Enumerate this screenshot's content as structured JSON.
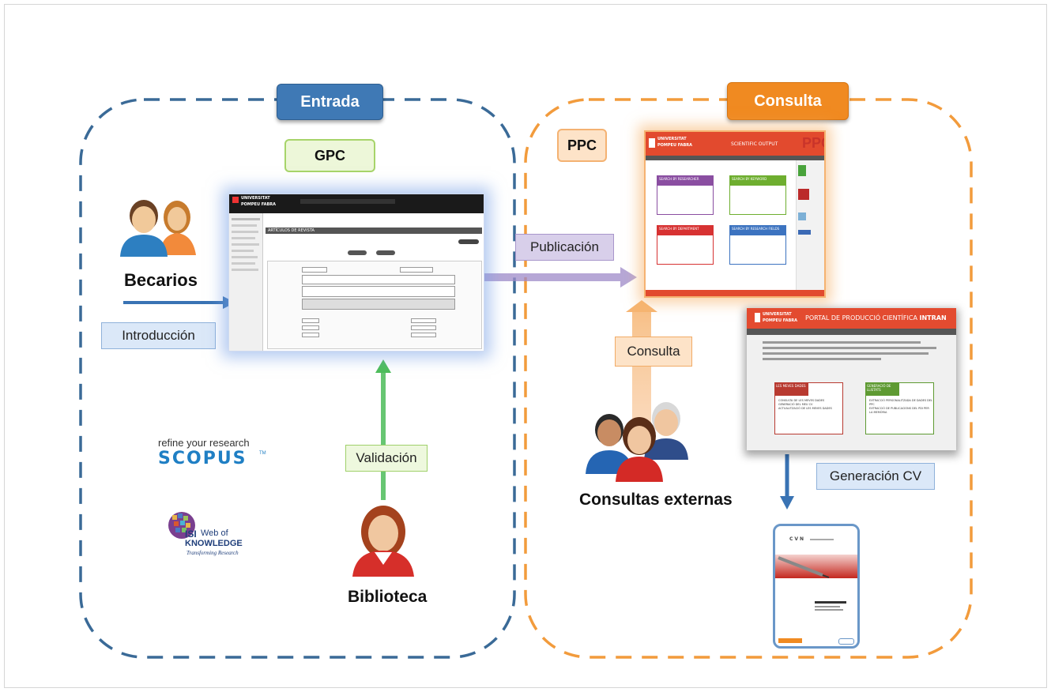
{
  "sections": {
    "entrada": {
      "title": "Entrada",
      "color": "#3a6a97",
      "tab_color": "#3f79b5"
    },
    "consulta": {
      "title": "Consulta",
      "color": "#f29b3c",
      "tab_color": "#f08a21"
    }
  },
  "labels": {
    "gpc": "GPC",
    "ppc": "PPC",
    "becarios": "Becarios",
    "introduccion": "Introducción",
    "publicacion": "Publicación",
    "validacion": "Validación",
    "consulta_arrow": "Consulta",
    "consultas_externas": "Consultas externas",
    "biblioteca": "Biblioteca",
    "generacion_cv": "Generación CV"
  },
  "logos": {
    "scopus_tagline": "refine your research",
    "scopus_name": "SCOPUS",
    "scopus_tm": "TM",
    "isi_line1": "ISI",
    "isi_line1b": "Web of",
    "isi_line2": "KNOWLEDGE",
    "isi_line3": "Transforming Research"
  },
  "gpc_screenshot": {
    "university": "UNIVERSITAT",
    "university2": "POMPEU FABRA",
    "section_title": "ARTÍCULOS DE REVISTA"
  },
  "ppc_screenshot": {
    "university": "UNIVERSITAT",
    "university2": "POMPEU FABRA",
    "header": "SCIENTIFIC OUTPUT",
    "logo": "PPC",
    "box1": "SEARCH BY RESEARCHER",
    "box2": "SEARCH BY KEYWORD",
    "box3": "SEARCH BY DEPARTMENT",
    "box4": "SEARCH BY RESEARCH FIELDS"
  },
  "portal_screenshot": {
    "university": "UNIVERSITAT",
    "university2": "POMPEU FABRA",
    "header": "PORTAL DE PRODUCCIÓ CIENTÍFICA",
    "header_accent": "INTRAN",
    "box1_title": "LES MEVES DADES",
    "box1_items": [
      "CONSULTA DE LES MEVES DADES",
      "GENERACIÓ DEL MEU CV",
      "ACTUALITZACIÓ DE LES MEVES DADES"
    ],
    "box2_title": "GENERACIÓ DE LLISTATS",
    "box2_items": [
      "EXTRACCIÓ PERSONALITZADA DE DADES DEL PPC",
      "EXTRACCIÓ DE PUBLICACIONS DEL PDI PER LA MEMÒRIA"
    ]
  },
  "cv_document": {
    "brand": "CVN"
  }
}
